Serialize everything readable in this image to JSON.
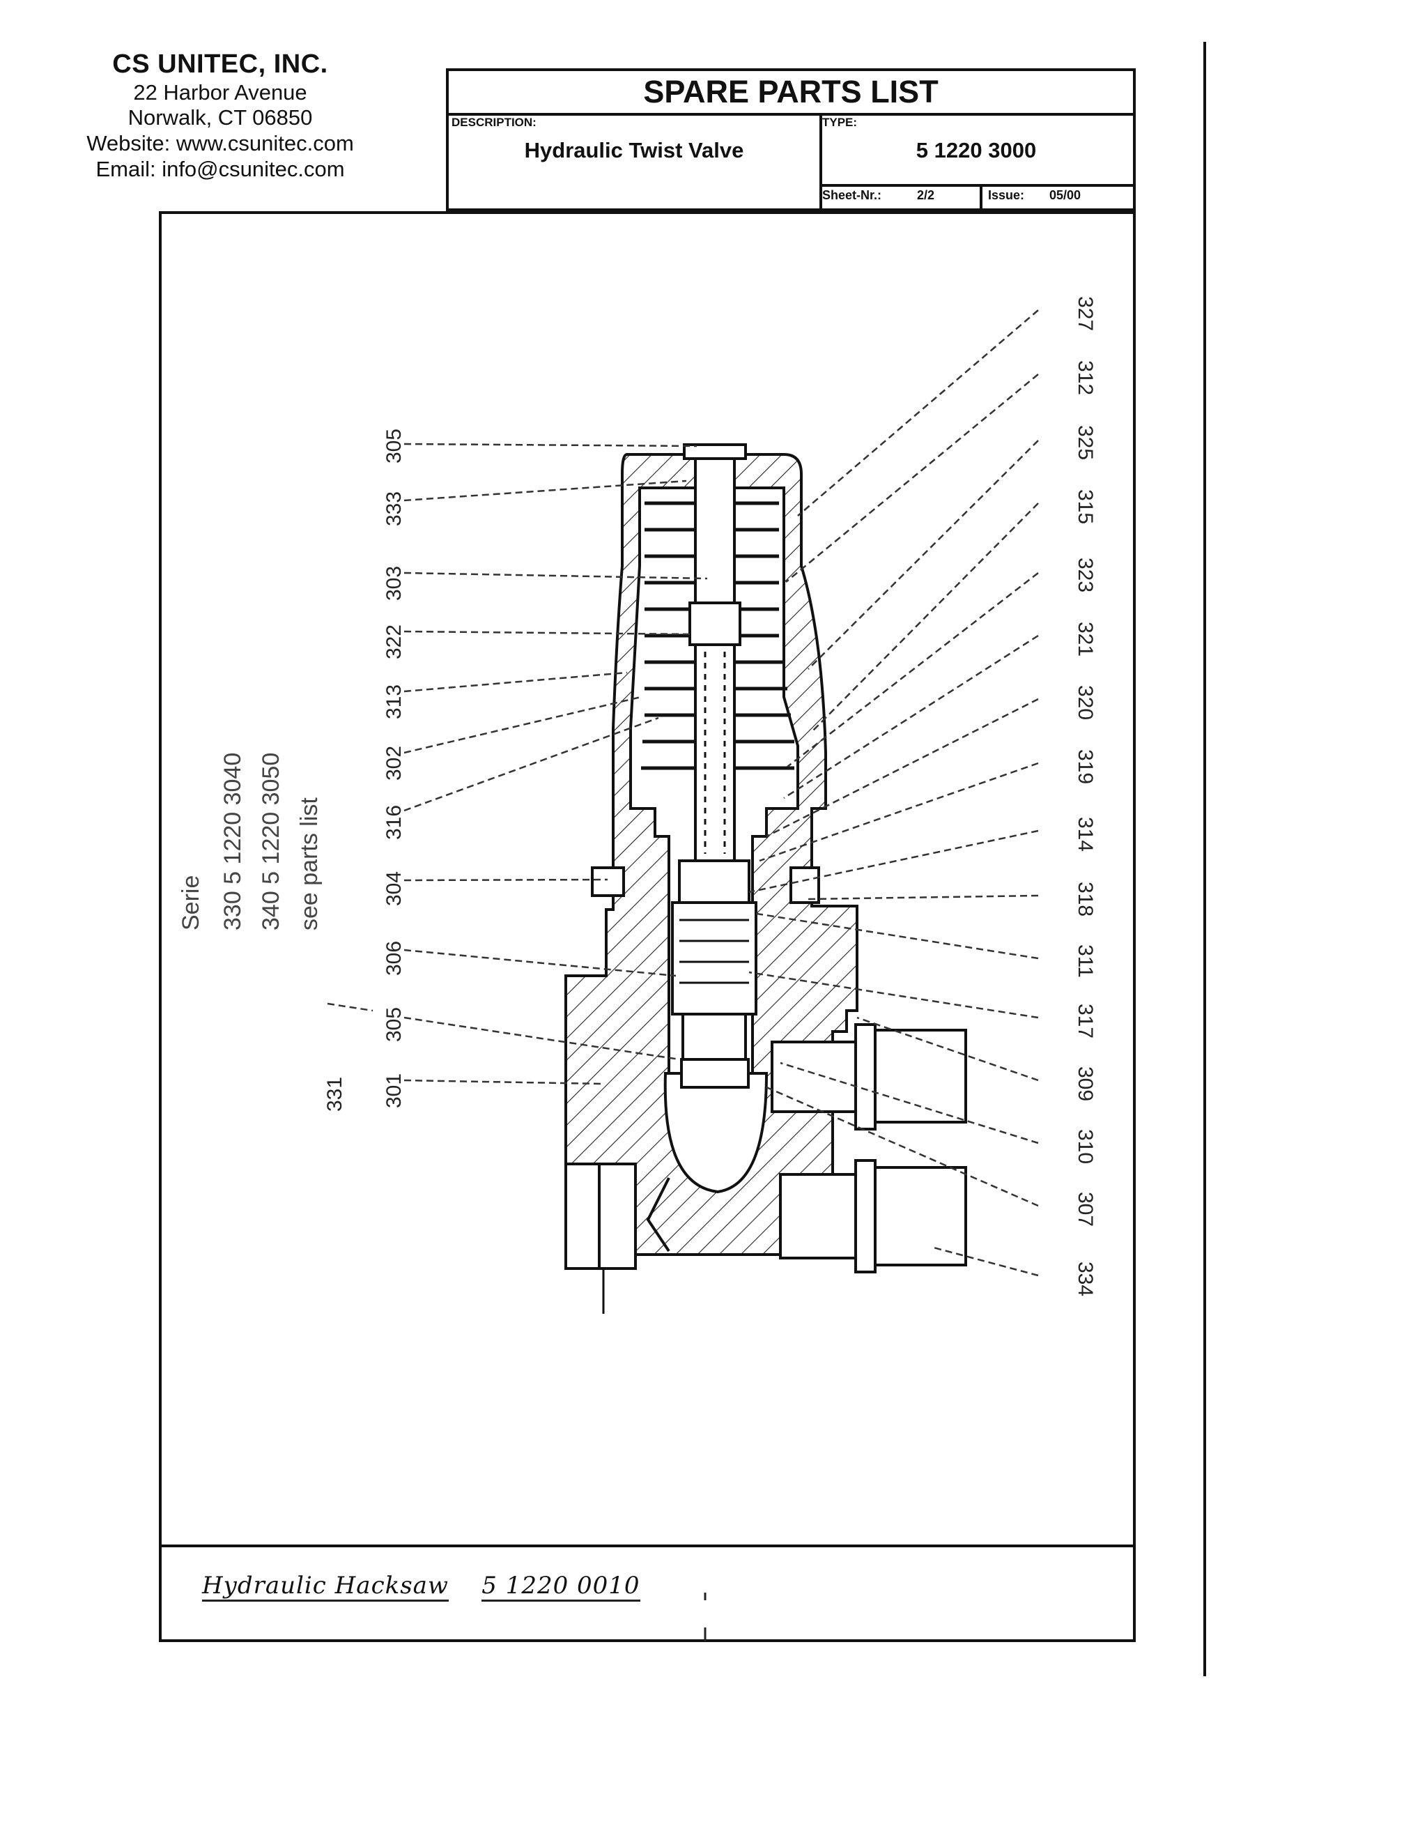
{
  "company": {
    "name": "CS UNITEC, INC.",
    "address1": "22 Harbor Avenue",
    "address2": "Norwalk, CT 06850",
    "website": "Website: www.csunitec.com",
    "email": "Email: info@csunitec.com"
  },
  "header": {
    "title": "SPARE PARTS LIST",
    "description_label": "DESCRIPTION:",
    "description": "Hydraulic Twist Valve",
    "type_label": "TYPE:",
    "type": "5 1220 3000",
    "sheet_label": "Sheet-Nr.:",
    "sheet": "2/2",
    "issue_label": "Issue:",
    "issue": "05/00"
  },
  "note": {
    "line1": "Serie",
    "line2": "330  5 1220 3040",
    "line3": "340  5 1220 3050",
    "line4": "see parts list"
  },
  "left_callouts": [
    "305",
    "333",
    "303",
    "322",
    "313",
    "302",
    "316",
    "304",
    "306",
    "305",
    "301",
    "331"
  ],
  "right_callouts": [
    "327",
    "312",
    "325",
    "315",
    "323",
    "321",
    "320",
    "319",
    "314",
    "318",
    "311",
    "317",
    "309",
    "310",
    "307",
    "334"
  ],
  "footer": {
    "handwritten_a": "Hydraulic Hacksaw",
    "handwritten_b": "5 1220 0010"
  }
}
